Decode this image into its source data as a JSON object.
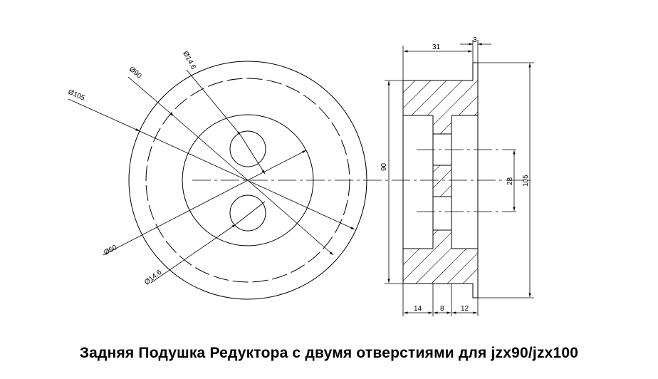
{
  "title": "Задняя Подушка Редуктора с двумя отверстиями для jzx90/jzx100",
  "front_view": {
    "dim_hole_top": "Ø14.6",
    "dim_bolt_circle": "Ø90",
    "dim_outer": "Ø105",
    "dim_inner": "Ø60",
    "dim_hole_bottom": "Ø14.6"
  },
  "section_view": {
    "dim_top_width": "31",
    "dim_flange": "3",
    "dim_height_inner": "90",
    "dim_height_outer": "105",
    "dim_hole_spacing": "28",
    "dim_bottom_1": "14",
    "dim_bottom_2": "8",
    "dim_bottom_3": "12"
  }
}
